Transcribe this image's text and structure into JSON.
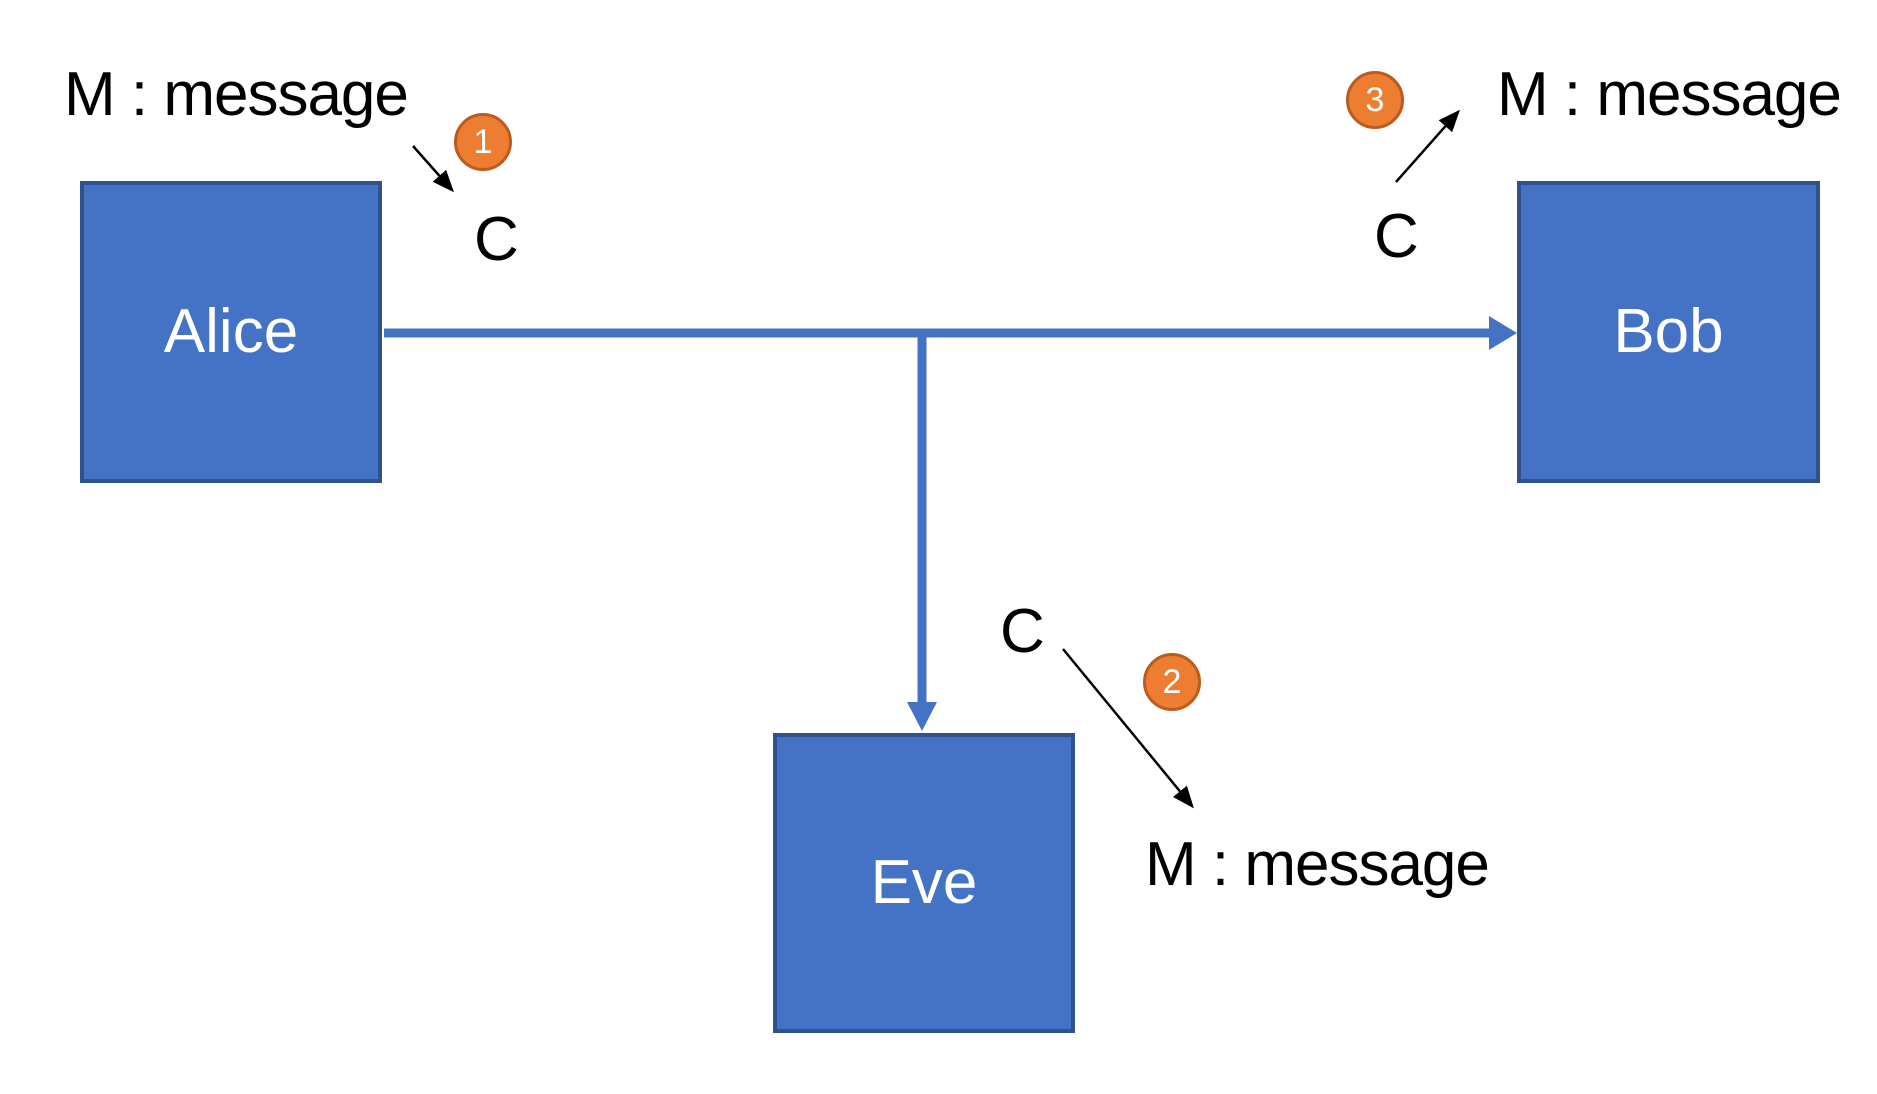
{
  "diagram": {
    "nodes": [
      {
        "id": "alice",
        "label": "Alice"
      },
      {
        "id": "bob",
        "label": "Bob"
      },
      {
        "id": "eve",
        "label": "Eve"
      }
    ],
    "flows": [
      {
        "from": "alice",
        "to": "bob",
        "style": "thick-blue-arrow"
      },
      {
        "from": "alice-bob-channel",
        "to": "eve",
        "style": "thick-blue-arrow-branch"
      }
    ],
    "annotations": [
      {
        "step": "1",
        "near": "alice",
        "source": "M : message",
        "target": "C"
      },
      {
        "step": "2",
        "near": "eve",
        "source": "C",
        "target": "M : message"
      },
      {
        "step": "3",
        "near": "bob",
        "source": "C",
        "target": "M : message"
      }
    ],
    "colors": {
      "node_fill": "#4472C4",
      "node_border": "#2F528F",
      "node_text": "#FFFFFF",
      "connector": "#4472C4",
      "badge_fill": "#ED7D31",
      "badge_border": "#BC5B1D",
      "badge_text": "#FFFFFF",
      "annotation_text": "#000000",
      "background": "#FFFFFF"
    }
  }
}
